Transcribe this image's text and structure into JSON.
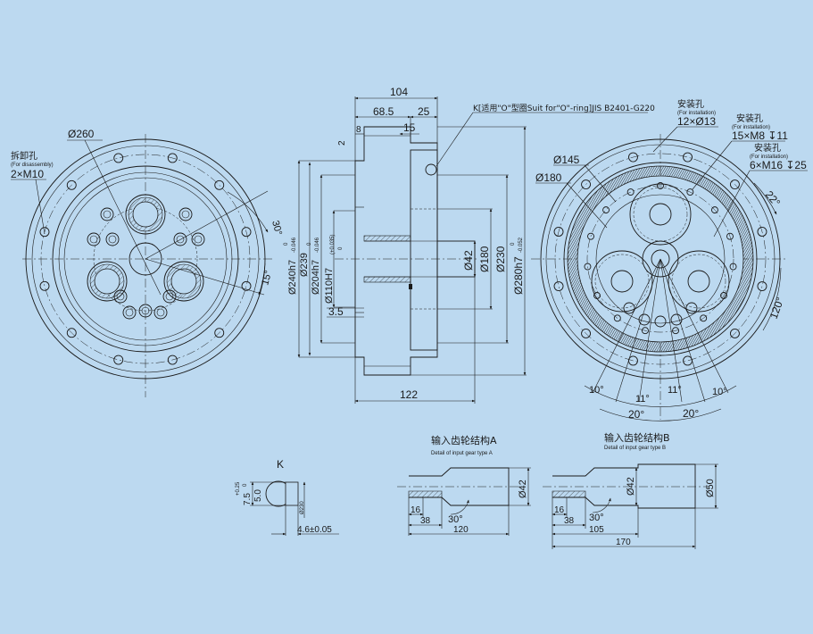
{
  "front_view_left": {
    "diameter_260": "Ø260",
    "disassembly_label_cn": "拆卸孔",
    "disassembly_label_en": "(For disassembly)",
    "disassembly_spec": "2×M10",
    "angle_30": "30°",
    "angle_15": "15°"
  },
  "section_view": {
    "dim_104": "104",
    "dim_68_5": "68.5",
    "dim_25": "25",
    "dim_8": "8",
    "dim_2": "2",
    "dim_15": "15",
    "dim_3_5": "3.5",
    "dim_122": "122",
    "oring_note": "K[适用\"O\"型圈Suit for\"O\"-ring]JIS B2401-G220",
    "vertical_dims": [
      {
        "label": "Ø240h7-0.046",
        "main": "Ø240h7",
        "tol_upper": "0",
        "tol_lower": "-0.046"
      },
      {
        "label": "Ø239",
        "main": "Ø239",
        "tol_upper": "",
        "tol_lower": ""
      },
      {
        "label": "Ø204h7-0.046",
        "main": "Ø204h7",
        "tol_upper": "0",
        "tol_lower": "-0.046"
      },
      {
        "label": "Ø110H7(+0.035)",
        "main": "Ø110H7",
        "tol_upper": "(+0.035)",
        "tol_lower": "0"
      },
      {
        "label": "Ø42",
        "main": "Ø42",
        "tol_upper": "",
        "tol_lower": ""
      },
      {
        "label": "Ø180",
        "main": "Ø180",
        "tol_upper": "",
        "tol_lower": ""
      },
      {
        "label": "Ø230",
        "main": "Ø230",
        "tol_upper": "",
        "tol_lower": ""
      },
      {
        "label": "Ø280h7-0.052",
        "main": "Ø280h7",
        "tol_upper": "0",
        "tol_lower": "-0.052"
      }
    ]
  },
  "front_view_right": {
    "install_cn_1": "安装孔",
    "install_en_1": "(For installation)",
    "install_spec_1": "12×Ø13",
    "install_cn_2": "安装孔",
    "install_en_2": "(For installation)",
    "install_spec_2": "15×M8 ↧11",
    "install_cn_3": "安装孔",
    "install_en_3": "(For installation)",
    "install_spec_3": "6×M16 ↧25",
    "diameter_145": "Ø145",
    "diameter_180": "Ø180",
    "angle_22": "22°",
    "angle_120": "120°",
    "angle_10_left": "10°",
    "angle_11_left": "11°",
    "angle_11_right": "11°",
    "angle_10_right": "10°",
    "angle_20_left": "20°",
    "angle_20_right": "20°"
  },
  "detail_k": {
    "title": "K",
    "dim_5": "5.0",
    "dim_7_5": "7.5",
    "tol_plus": "+0.25",
    "tol_zero": "0",
    "dim_d230": "Ø230",
    "dim_4_6": "4.6±0.05"
  },
  "detail_a": {
    "title_cn": "输入齿轮结构A",
    "title_en": "Detail of input gear type A",
    "dim_42": "Ø42",
    "dim_16": "16",
    "dim_38": "38",
    "dim_30": "30°",
    "dim_120": "120"
  },
  "detail_b": {
    "title_cn": "输入齿轮结构B",
    "title_en": "Detail of input gear type B",
    "dim_42": "Ø42",
    "dim_50": "Ø50",
    "dim_16": "16",
    "dim_38": "38",
    "dim_30": "30°",
    "dim_105": "105",
    "dim_170": "170"
  }
}
